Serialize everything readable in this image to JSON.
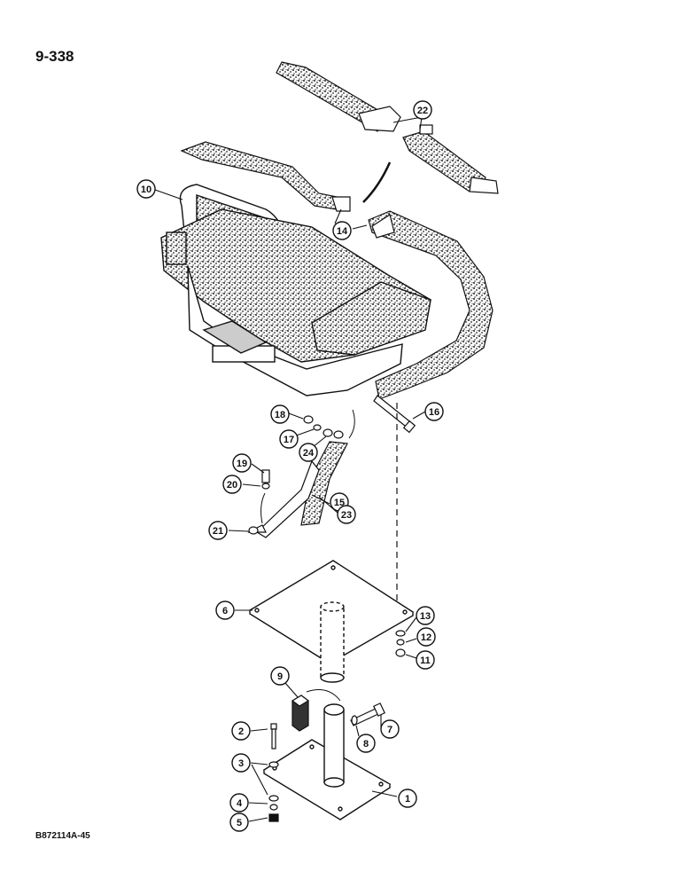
{
  "page_number": "9-338",
  "figure_code": "B872114A-45",
  "callouts": [
    {
      "id": "c1",
      "label": "1"
    },
    {
      "id": "c2",
      "label": "2"
    },
    {
      "id": "c3",
      "label": "3"
    },
    {
      "id": "c4",
      "label": "4"
    },
    {
      "id": "c5",
      "label": "5"
    },
    {
      "id": "c6",
      "label": "6"
    },
    {
      "id": "c7",
      "label": "7"
    },
    {
      "id": "c8",
      "label": "8"
    },
    {
      "id": "c9",
      "label": "9"
    },
    {
      "id": "c10",
      "label": "10"
    },
    {
      "id": "c11",
      "label": "11"
    },
    {
      "id": "c12",
      "label": "12"
    },
    {
      "id": "c13",
      "label": "13"
    },
    {
      "id": "c14",
      "label": "14"
    },
    {
      "id": "c15",
      "label": "15"
    },
    {
      "id": "c16",
      "label": "16"
    },
    {
      "id": "c17",
      "label": "17"
    },
    {
      "id": "c18",
      "label": "18"
    },
    {
      "id": "c19",
      "label": "19"
    },
    {
      "id": "c20",
      "label": "20"
    },
    {
      "id": "c21",
      "label": "21"
    },
    {
      "id": "c22",
      "label": "22"
    },
    {
      "id": "c23",
      "label": "23"
    },
    {
      "id": "c24",
      "label": "24"
    }
  ]
}
